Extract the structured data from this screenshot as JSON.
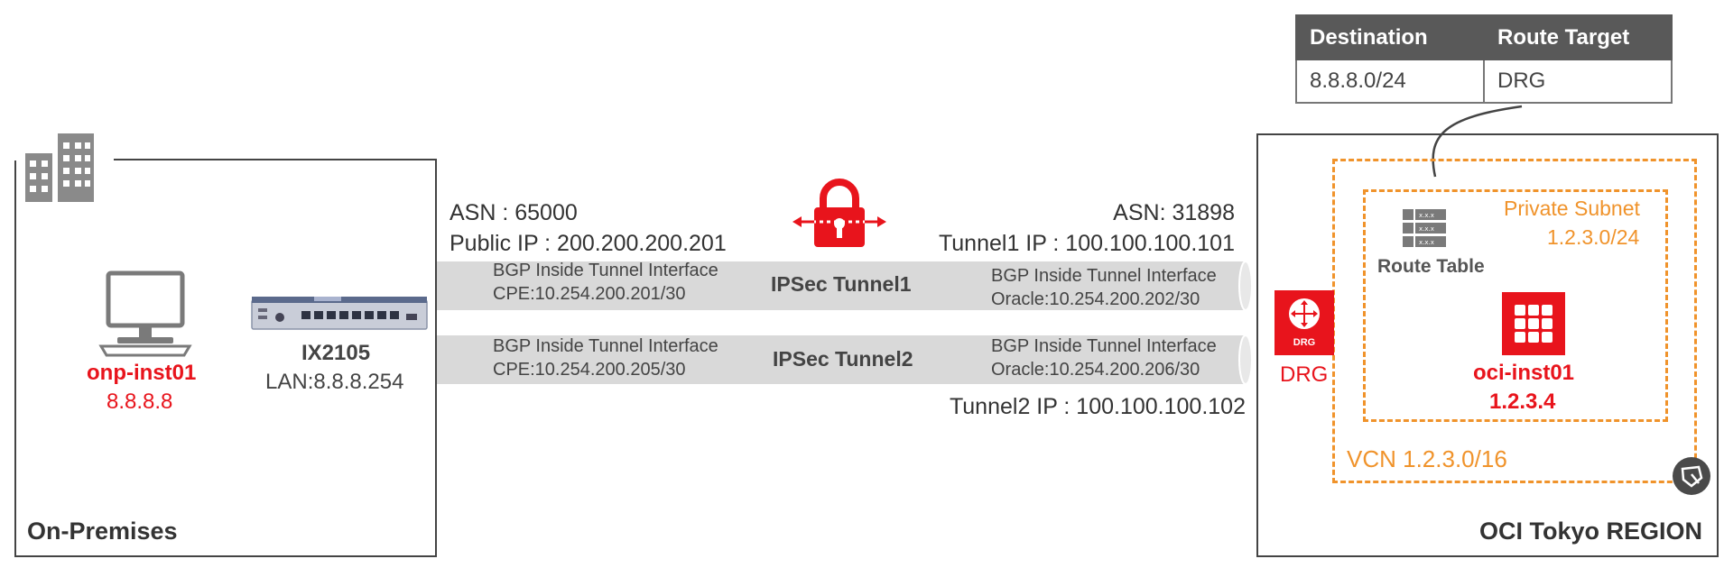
{
  "route_table": {
    "headers": [
      "Destination",
      "Route Target"
    ],
    "rows": [
      [
        "8.8.8.0/24",
        "DRG"
      ]
    ]
  },
  "onprem": {
    "label": "On-Premises",
    "instance_name": "onp-inst01",
    "instance_ip": "8.8.8.8",
    "router_name": "IX2105",
    "router_lan": "LAN:8.8.8.254",
    "asn": "ASN : 65000",
    "public_ip": "Public IP : 200.200.200.201"
  },
  "tunnels": [
    {
      "title": "IPSec Tunnel1",
      "left_line1": "BGP Inside Tunnel Interface",
      "left_line2": "CPE:10.254.200.201/30",
      "right_line1": "BGP Inside Tunnel Interface",
      "right_line2": "Oracle:10.254.200.202/30"
    },
    {
      "title": "IPSec Tunnel2",
      "left_line1": "BGP Inside Tunnel Interface",
      "left_line2": "CPE:10.254.200.205/30",
      "right_line1": "BGP Inside Tunnel Interface",
      "right_line2": "Oracle:10.254.200.206/30"
    }
  ],
  "oracle_side": {
    "asn": "ASN: 31898",
    "tunnel1_ip": "Tunnel1  IP : 100.100.100.101",
    "tunnel2_ip": "Tunnel2 IP : 100.100.100.102"
  },
  "oci": {
    "label": "OCI Tokyo REGION",
    "drg_icon_text": "DRG",
    "drg_label": "DRG",
    "route_table_label": "Route Table",
    "route_icon_text": "x.x.x",
    "subnet_label": "Private Subnet",
    "subnet_cidr": "1.2.3.0/24",
    "instance_name": "oci-inst01",
    "instance_ip": "1.2.3.4",
    "vcn_label": "VCN 1.2.3.0/16"
  },
  "colors": {
    "oracle_red": "#e8141c",
    "vcn_orange": "#f0932b",
    "tunnel_gray": "#d9d9d9",
    "table_header": "#595959"
  }
}
